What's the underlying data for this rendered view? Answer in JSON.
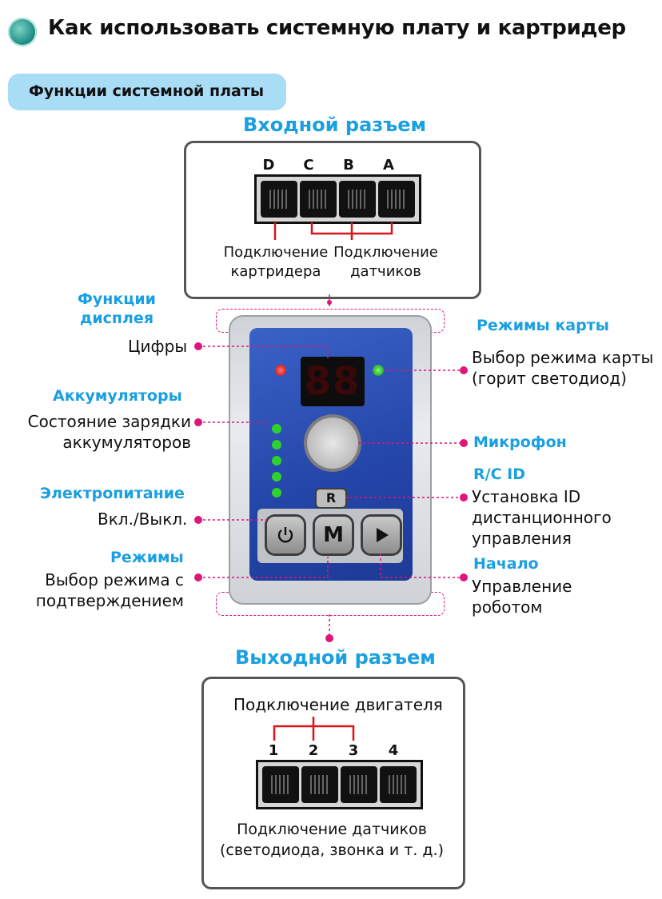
{
  "header": {
    "title": "Как использовать системную плату и картридер"
  },
  "section_pill": {
    "label": "Функции системной платы"
  },
  "input_connector": {
    "heading": "Входной разъем",
    "port_letters": [
      "D",
      "C",
      "B",
      "A"
    ],
    "label_cartridge": "Подключение картридера",
    "label_sensors": "Подключение датчиков"
  },
  "left_annotations": {
    "display_heading": "Функции дисплея",
    "digits": "Цифры",
    "battery_heading": "Аккумуляторы",
    "battery_state": "Состояние зарядки аккумуляторов",
    "power_heading": "Электропитание",
    "power_toggle": "Вкл./Выкл.",
    "modes_heading": "Режимы",
    "modes_desc": "Выбор режима с подтверждением"
  },
  "right_annotations": {
    "card_modes_heading": "Режимы карты",
    "card_modes_desc": "Выбор режима карты (горит светодиод)",
    "mic_heading": "Микрофон",
    "rcid_heading": "R/C ID",
    "rcid_desc": "Установка ID дистанционного управления",
    "start_heading": "Начало",
    "start_desc": "Управление роботом"
  },
  "device": {
    "display_value": "88",
    "button_r": "R",
    "button_m": "M"
  },
  "output_connector": {
    "heading": "Выходной разъем",
    "motor_label": "Подключение двигателя",
    "port_numbers": [
      "1",
      "2",
      "3",
      "4"
    ],
    "sensor_label": "Подключение датчиков (светодиода, звонка и т. д.)"
  },
  "colors": {
    "accent_blue": "#1a9fe0",
    "pink": "#e0147a",
    "red_line": "#d9141b",
    "pill_bg": "#a9dcf5"
  },
  "icons": [
    "logo-icon",
    "power-icon",
    "play-icon"
  ]
}
